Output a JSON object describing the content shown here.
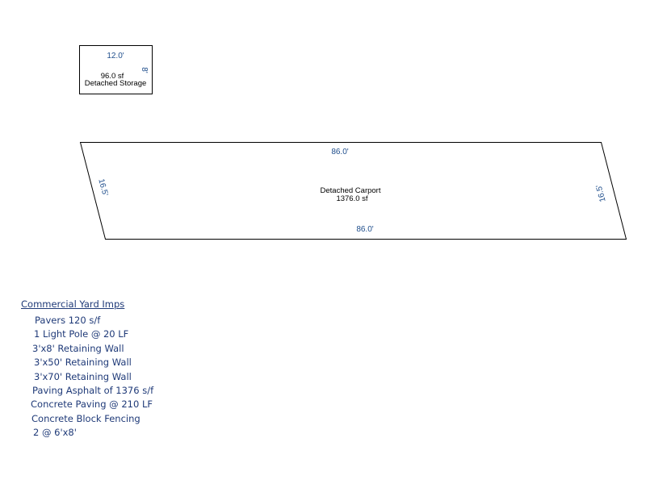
{
  "colors": {
    "dimension_text": "#1f4e8c",
    "notes_text": "#1f3a78",
    "outline": "#000000",
    "background": "#ffffff"
  },
  "storage": {
    "top_dim": "12.0'",
    "side_dim": "8'",
    "area": "96.0 sf",
    "name": "Detached Storage"
  },
  "carport": {
    "top_dim": "86.0'",
    "bottom_dim": "86.0'",
    "left_dim": "16.5'",
    "right_dim": "16.5'",
    "name": "Detached Carport",
    "area": "1376.0 sf"
  },
  "notes": {
    "title": "Commercial Yard Imps",
    "items": [
      "Pavers 120 s/f",
      "1 Light Pole @ 20 LF",
      "3'x8' Retaining Wall",
      "3'x50' Retaining Wall",
      "3'x70' Retaining Wall",
      "Paving Asphalt of 1376 s/f",
      "Concrete Paving @ 210 LF",
      "Concrete Block Fencing",
      "2 @ 6'x8'"
    ]
  }
}
